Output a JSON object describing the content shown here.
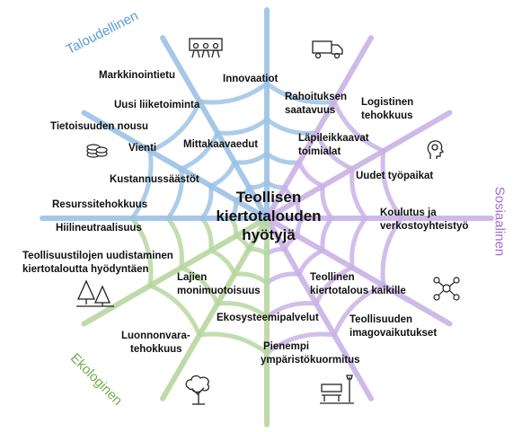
{
  "title_lines": [
    "Teollisen",
    "kiertotalouden",
    "hyötyjä"
  ],
  "categories": {
    "economic": "Taloudellinen",
    "social": "Sosiaalinen",
    "ecological": "Ekologinen"
  },
  "colors": {
    "economic": "#9dc3e6",
    "social": "#c9b3e6",
    "ecological": "#b7d7a0",
    "economic_text": "#5b9bd5",
    "social_text": "#a070d0",
    "ecological_text": "#70ad47"
  },
  "benefits": {
    "markkinointietu": "Markkinointietu",
    "innovaatiot": "Innovaatiot",
    "uusi_liiketoiminta": "Uusi liiketoiminta",
    "rahoituksen_1": "Rahoituksen",
    "rahoituksen_2": "saatavuus",
    "logistinen_1": "Logistinen",
    "logistinen_2": "tehokkuus",
    "tietoisuuden_nousu": "Tietoisuuden nousu",
    "vienti": "Vienti",
    "mittakaavaedut": "Mittakaavaedut",
    "lapileikkaavat_1": "Läpileikkaavat",
    "lapileikkaavat_2": "toimialat",
    "uudet_tyopaikat": "Uudet työpaikat",
    "kustannussaastot": "Kustannussäästöt",
    "resurssitehokkuus": "Resurssitehokkuus",
    "koulutus_1": "Koulutus ja",
    "koulutus_2": "verkostoyhteistyö",
    "hiilineutraalisuus": "Hiilineutraalisuus",
    "teollisuustilojen_1": "Teollisuustilojen uudistaminen",
    "teollisuustilojen_2": "kiertotaloutta hyödyntäen",
    "lajien_1": "Lajien",
    "lajien_2": "monimuotoisuus",
    "teollinen_1": "Teollinen",
    "teollinen_2": "kiertotalous kaikille",
    "ekosysteemipalvelut": "Ekosysteemipalvelut",
    "imago_1": "Teollisuuden",
    "imago_2": "imagovaikutukset",
    "luonnonvara_1": "Luonnonvara-",
    "luonnonvara_2": "tehokkuus",
    "pienempi_1": "Pienempi",
    "pienempi_2": "ympäristökuormitus"
  },
  "icons": {
    "people": "people-presentation-icon",
    "truck": "truck-icon",
    "coins": "coins-icon",
    "head": "head-idea-icon",
    "forest": "forest-icon",
    "community": "community-hands-icon",
    "tree": "tree-icon",
    "park": "park-bench-icon"
  }
}
